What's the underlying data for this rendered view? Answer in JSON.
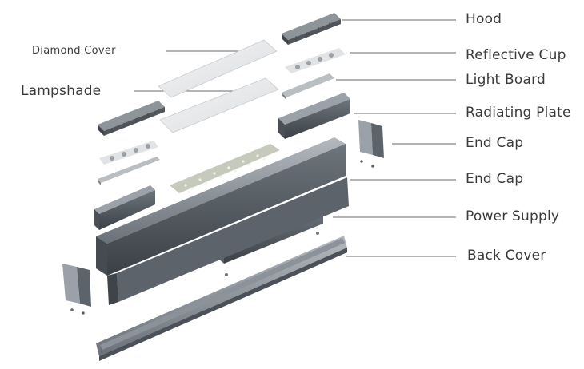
{
  "labels": {
    "hood": "Hood",
    "reflective_cup": "Reflective Cup",
    "light_board": "Light Board",
    "radiating_plate": "Radiating Plate",
    "end_cap_1": "End Cap",
    "end_cap_2": "End Cap",
    "power_supply": "Power Supply",
    "back_cover": "Back Cover",
    "diamond_cover": "Diamond Cover",
    "lampshade": "Lampshade"
  },
  "colors": {
    "aluminium_top": "#9aa1a8",
    "aluminium_face": "#5e656c",
    "aluminium_dark": "#3c4248",
    "diffuser": "#e9ebed",
    "led_board": "#b7bcbe",
    "leader_line": "#6a6a6a"
  }
}
